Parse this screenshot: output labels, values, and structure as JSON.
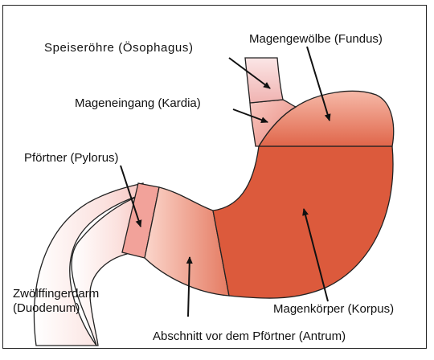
{
  "labels": {
    "esophagus": "Speiseröhre (Ösophagus)",
    "fundus": "Magengewölbe (Fundus)",
    "cardia": "Mageneingang (Kardia)",
    "pylorus": "Pförtner (Pylorus)",
    "duodenum_line1": "Zwölffingerdarm",
    "duodenum_line2": "(Duodenum)",
    "corpus": "Magenkörper (Korpus)",
    "antrum": "Abschnitt vor dem Pförtner (Antrum)"
  },
  "colors": {
    "outline": "#222222",
    "arrow": "#111111",
    "corpus": "#dc5a3c",
    "fundus_top": "#f6b9a8",
    "fundus_bottom": "#e0664a",
    "antrum_light": "#fbd6cc",
    "antrum_dark": "#e57b62",
    "pylorus": "#f2a29a",
    "duodenum_light": "#ffffff",
    "duodenum_pink": "#f9cfcb",
    "esophagus": "#f5c2c2",
    "cardia": "#ef9b91"
  }
}
